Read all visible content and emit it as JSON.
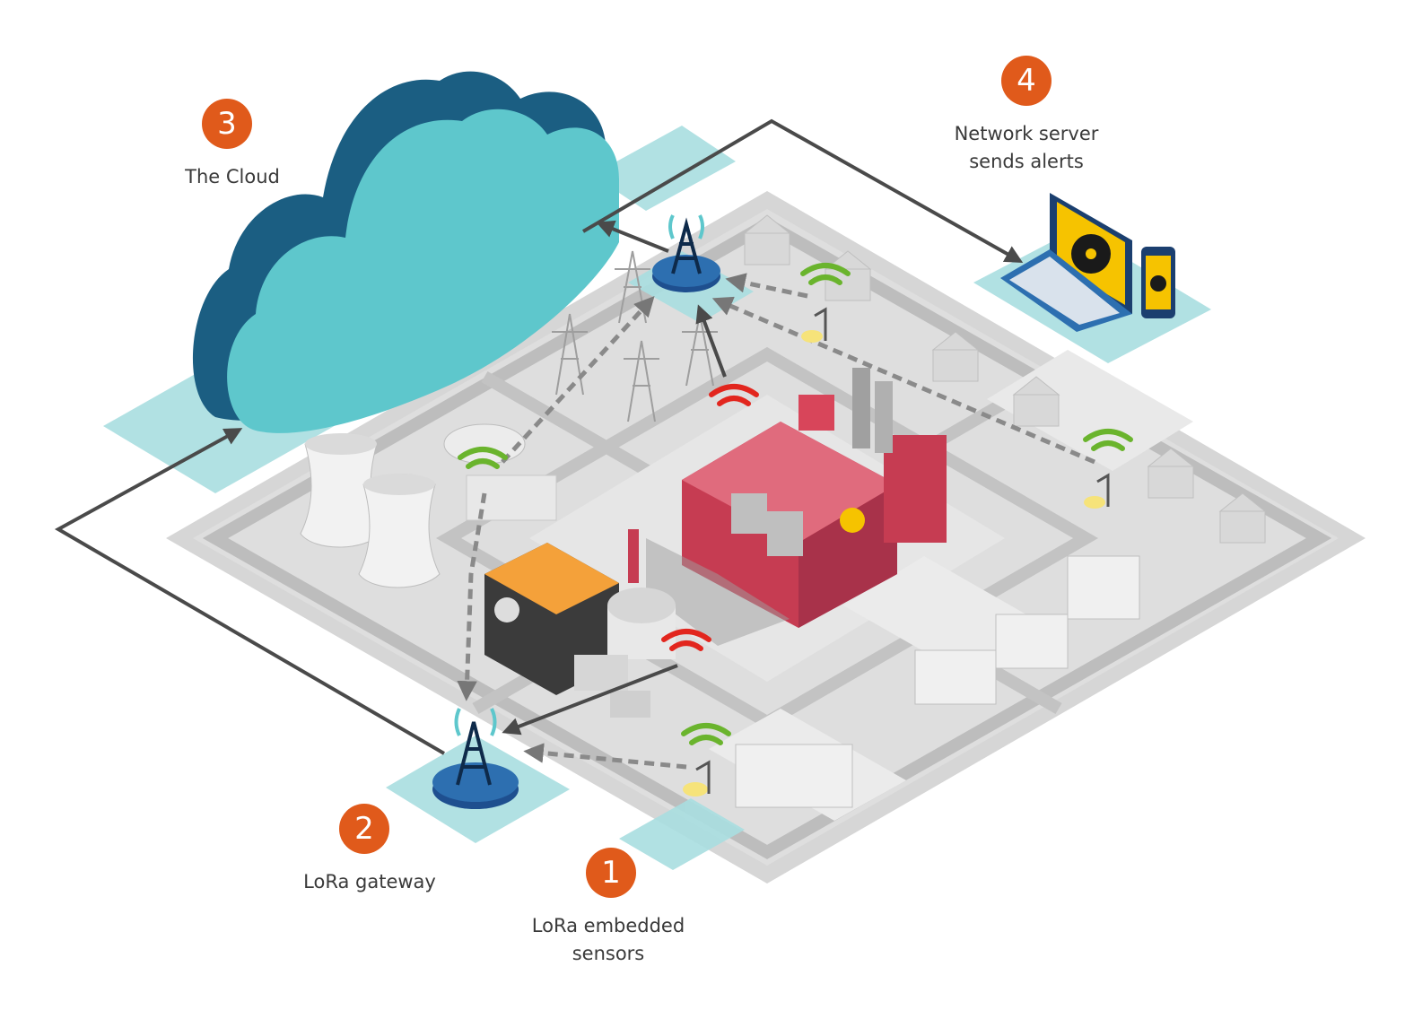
{
  "steps": [
    {
      "number": "1",
      "label": "LoRa embedded\nsensors"
    },
    {
      "number": "2",
      "label": "LoRa gateway"
    },
    {
      "number": "3",
      "label": "The Cloud"
    },
    {
      "number": "4",
      "label": "Network server\nsends alerts"
    }
  ],
  "colors": {
    "accent": "#E05A1B",
    "cloud_front": "#5EC7CC",
    "cloud_side": "#1B5E82",
    "cloud_shadow": "#A9DEE0",
    "ground": "#D9D9D9",
    "road": "#BEBEBE",
    "factory": "#D8455A",
    "signal_ok": "#6AB42D",
    "signal_alert": "#E2261E",
    "gateway_base": "#2D6FB0",
    "arrow": "#4A4A4A",
    "alert_screen": "#F6C300"
  },
  "icons": [
    "cloud-icon",
    "gateway-tower-icon",
    "wifi-signal-icon",
    "laptop-icon",
    "phone-icon",
    "radiation-icon",
    "factory-icon",
    "cooling-tower-icon",
    "house-icon",
    "street-lamp-icon"
  ]
}
